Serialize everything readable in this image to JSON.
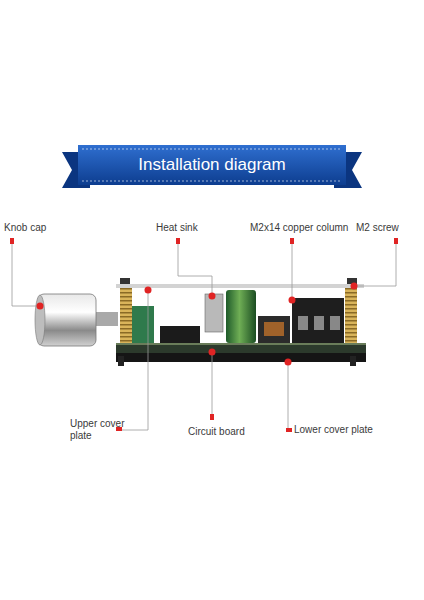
{
  "diagram": {
    "title": "Installation diagram",
    "labels": [
      "Knob cap",
      "Heat sink",
      "M2x14 copper column",
      "M2 screw",
      "Upper cover plate",
      "Circuit board",
      "Lower cover plate"
    ]
  }
}
